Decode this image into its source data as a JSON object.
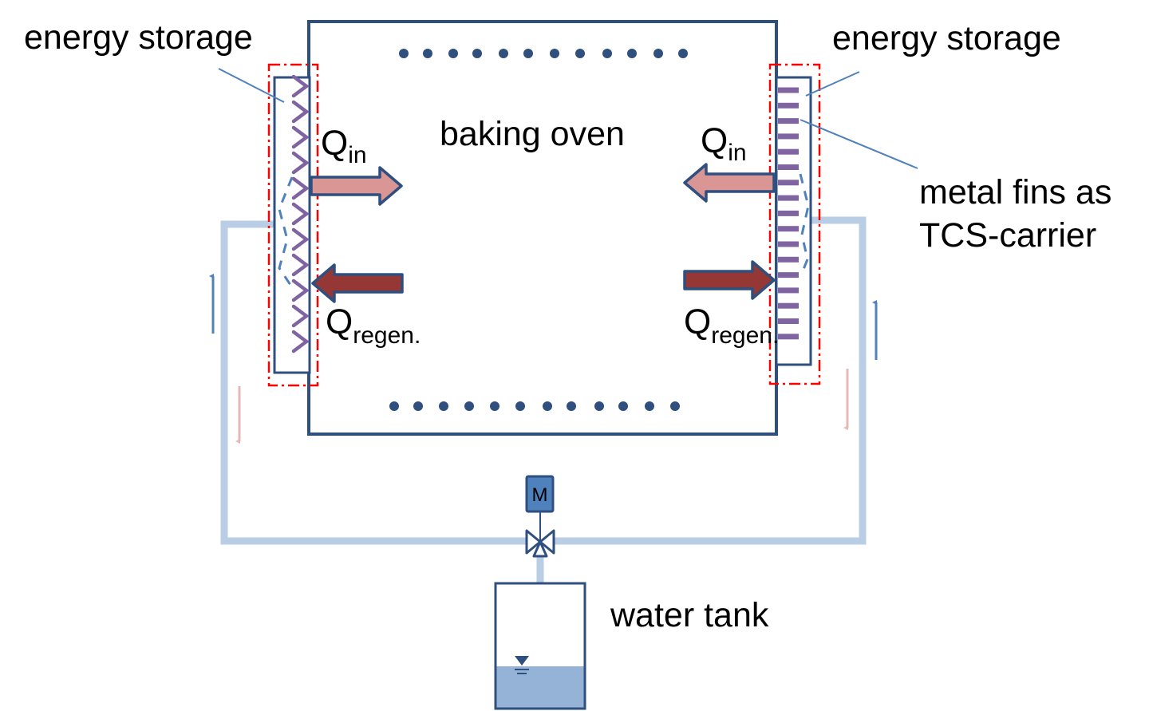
{
  "labels": {
    "oven": "baking oven",
    "storage_left": "energy storage",
    "storage_right": "energy storage",
    "fins_line1": "metal fins as",
    "fins_line2": "TCS-carrier",
    "water_tank": "water tank",
    "motor": "M"
  },
  "heat_flows": {
    "q_symbol": "Q",
    "in_sub": "in",
    "regen_sub": "regen."
  },
  "colors": {
    "outline": "#2F4F7F",
    "pipe": "#B9CDE5",
    "fin": "#8064A2",
    "storage_boundary": "#FF0000",
    "arrow_in": "#D99694",
    "arrow_regen": "#953735",
    "water": "#95B3D7",
    "flow_up": "#4F81BD",
    "flow_down": "#E6B9B8",
    "motor": "#4F81BD"
  }
}
